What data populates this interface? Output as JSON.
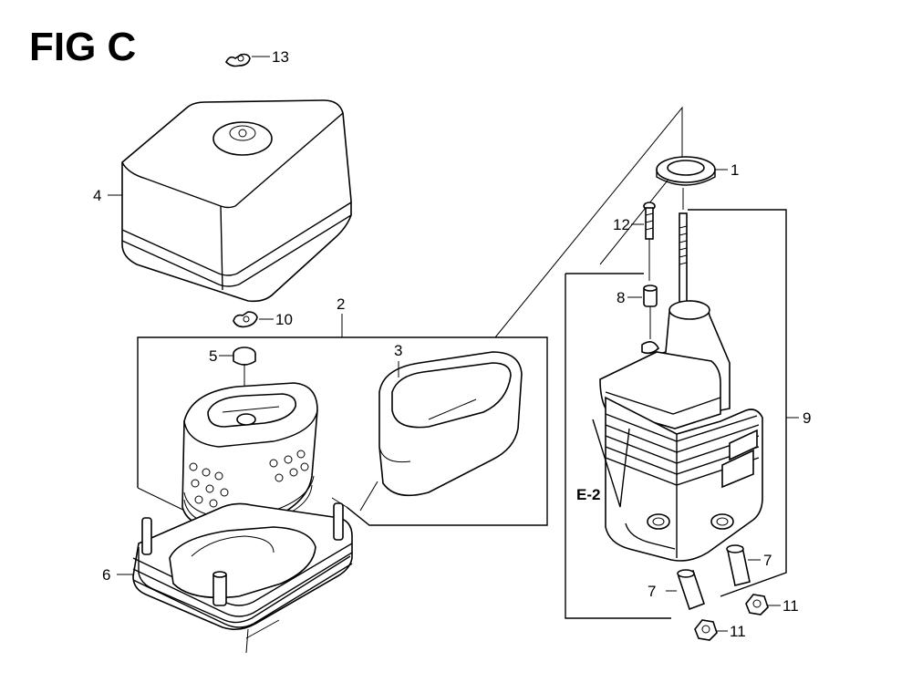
{
  "title": "FIG C",
  "callouts": {
    "c1": "1",
    "c2": "2",
    "c3": "3",
    "c4": "4",
    "c5": "5",
    "c6": "6",
    "c7a": "7",
    "c7b": "7",
    "c8": "8",
    "c9": "9",
    "c10": "10",
    "c11a": "11",
    "c11b": "11",
    "c12": "12",
    "c13": "13"
  },
  "reference": "E-2"
}
